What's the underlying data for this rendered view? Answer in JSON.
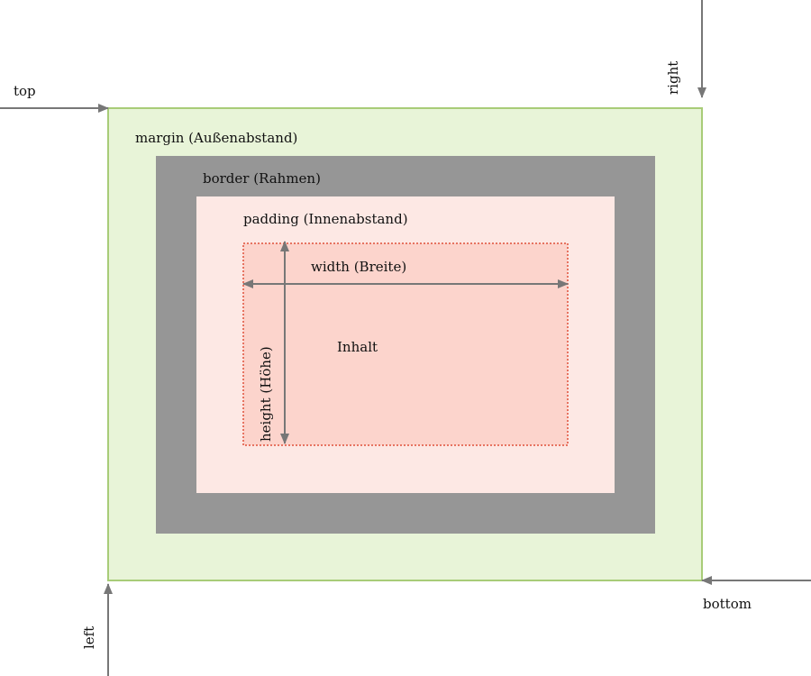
{
  "labels": {
    "top": "top",
    "right": "right",
    "bottom": "bottom",
    "left": "left",
    "margin": "margin (Außenabstand)",
    "border": "border (Rahmen)",
    "padding": "padding (Innenabstand)",
    "width": "width (Breite)",
    "height": "height (Höhe)",
    "content": "Inhalt"
  },
  "colors": {
    "margin_fill": "#e8f4d8",
    "margin_stroke": "#a8cc78",
    "border_fill": "#969696",
    "padding_fill": "#fde8e4",
    "content_fill": "#fcd4cc",
    "content_stroke": "#e0503a",
    "arrow": "#777777",
    "text": "#111111"
  }
}
